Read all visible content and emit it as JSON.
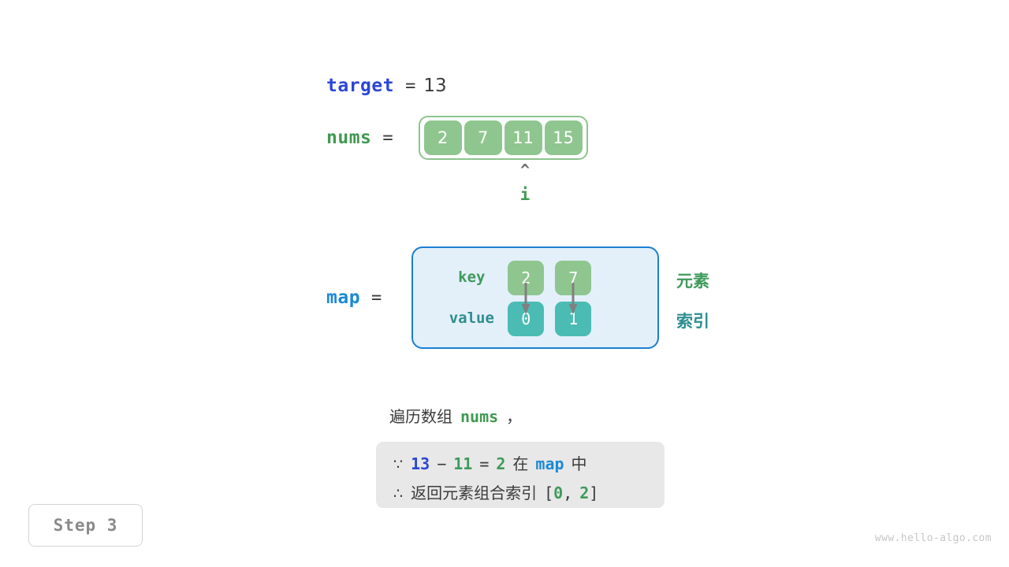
{
  "target": {
    "name": "target",
    "equals": "=",
    "value": "13"
  },
  "nums": {
    "name": "nums",
    "equals": "=",
    "cells": [
      "2",
      "7",
      "11",
      "15"
    ]
  },
  "pointer": {
    "caret": "^",
    "label": "i",
    "index": 2
  },
  "map": {
    "name": "map",
    "equals": "=",
    "key_label": "key",
    "value_label": "value",
    "keys": [
      "2",
      "7"
    ],
    "values": [
      "0",
      "1"
    ],
    "side_labels": {
      "element": "元素",
      "index": "索引"
    }
  },
  "narration": {
    "prefix": "遍历数组",
    "code": "nums",
    "suffix": "，"
  },
  "callout": {
    "line1": {
      "symbol": "∵",
      "a": "13",
      "minus": "−",
      "b": "11",
      "eq": "=",
      "c": "2",
      "in_word": "在",
      "map": "map",
      "tail": "中"
    },
    "line2": {
      "symbol": "∴",
      "text": "返回元素组合索引",
      "bracket_open": "[",
      "i0": "0",
      "comma": ",",
      "i1": "2",
      "bracket_close": "]"
    }
  },
  "step_badge": "Step 3",
  "watermark": "www.hello-algo.com",
  "colors": {
    "green": "#8fc68f",
    "green_text": "#3f9a5c",
    "teal": "#4bbcb3",
    "teal_text": "#2e8e90",
    "blue_target": "#2b46d6",
    "blue_map": "#1b8ad3",
    "map_fill": "#e3f0fa",
    "map_border": "#1b7fd0",
    "callout_bg": "#e8e8e8",
    "arrow_gray": "#808080"
  }
}
